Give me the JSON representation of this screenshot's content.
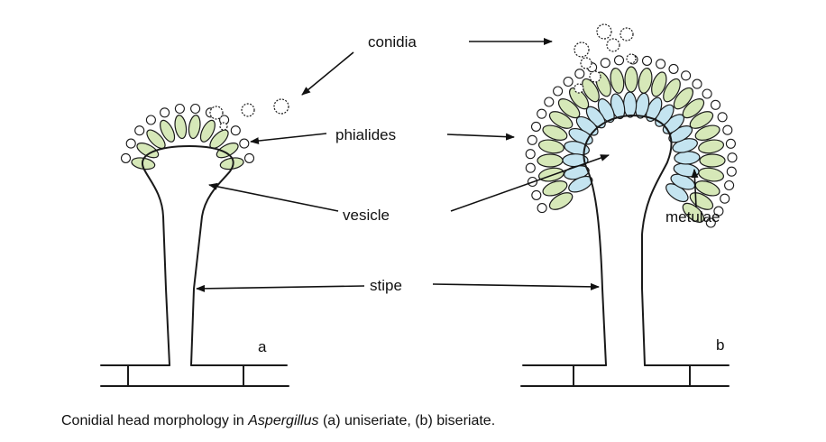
{
  "labels": {
    "conidia": "conidia",
    "phialides": "phialides",
    "vesicle": "vesicle",
    "metulae": "metulae",
    "stipe": "stipe",
    "panel_a": "a",
    "panel_b": "b"
  },
  "caption": {
    "before": "Conidial head morphology in ",
    "genus": "Aspergillus",
    "after": " (a) uniseriate, (b) biseriate."
  },
  "colors": {
    "phialide_fill": "#d6e8b8",
    "metula_fill": "#c4e4f0",
    "outline": "#1a1a1a"
  }
}
